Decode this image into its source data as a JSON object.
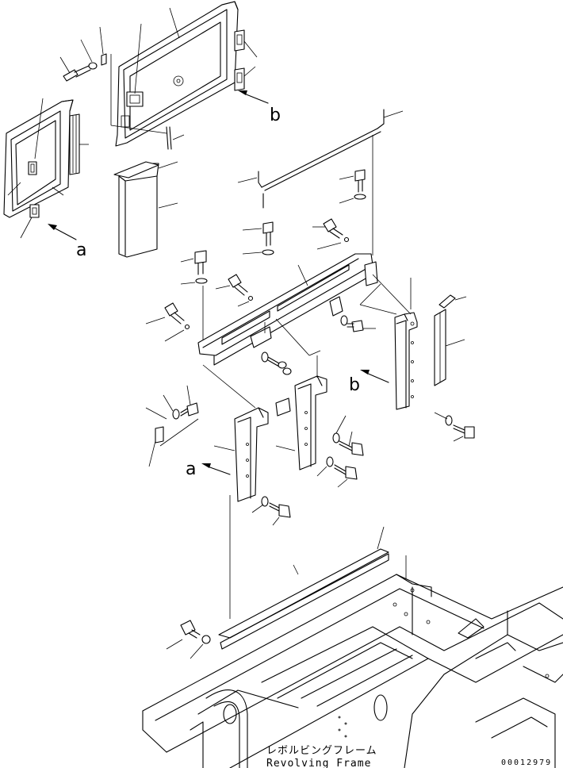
{
  "labels": {
    "a_top": "a",
    "b_top": "b",
    "b_mid": "b",
    "a_mid": "a"
  },
  "caption": {
    "jp": "レボルビングフレーム",
    "en": "Revolving Frame"
  },
  "drawing_code": "00012979"
}
